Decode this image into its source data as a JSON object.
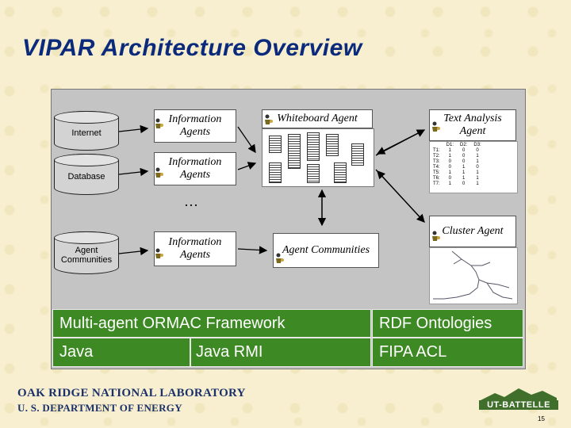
{
  "slide": {
    "title": "VIPAR Architecture Overview",
    "page_number": "15"
  },
  "sources": [
    {
      "label": "Internet"
    },
    {
      "label": "Database"
    },
    {
      "label": "Agent Communities"
    }
  ],
  "agents": {
    "information_1": "Information Agents",
    "information_2": "Information Agents",
    "information_3": "Information Agents",
    "whiteboard": "Whiteboard Agent",
    "agent_communities": "Agent Communities",
    "text_analysis": "Text Analysis Agent",
    "cluster": "Cluster Agent",
    "ellipsis": "…"
  },
  "matrix": {
    "headers": [
      "",
      "D1:",
      "D2:",
      "D3:"
    ],
    "rows": [
      [
        "T1:",
        "1",
        "0",
        "0"
      ],
      [
        "T2:",
        "1",
        "0",
        "1"
      ],
      [
        "T3:",
        "0",
        "0",
        "1"
      ],
      [
        "T4:",
        "0",
        "1",
        "0"
      ],
      [
        "T5:",
        "1",
        "1",
        "1"
      ],
      [
        "T6:",
        "0",
        "1",
        "1"
      ],
      [
        "T7:",
        "1",
        "0",
        "1"
      ]
    ]
  },
  "framework": {
    "ormac": "Multi-agent ORMAC Framework",
    "java": "Java",
    "java_rmi": "Java RMI",
    "rdf": "RDF Ontologies",
    "fipa": "FIPA ACL"
  },
  "footer": {
    "org": "OAK RIDGE NATIONAL LABORATORY",
    "dept": "U. S. DEPARTMENT OF ENERGY",
    "logo_text": "UT-BATTELLE"
  },
  "colors": {
    "title": "#0b2a7c",
    "framework_green": "#3d8a25",
    "panel_gray": "#c4c4c4"
  }
}
